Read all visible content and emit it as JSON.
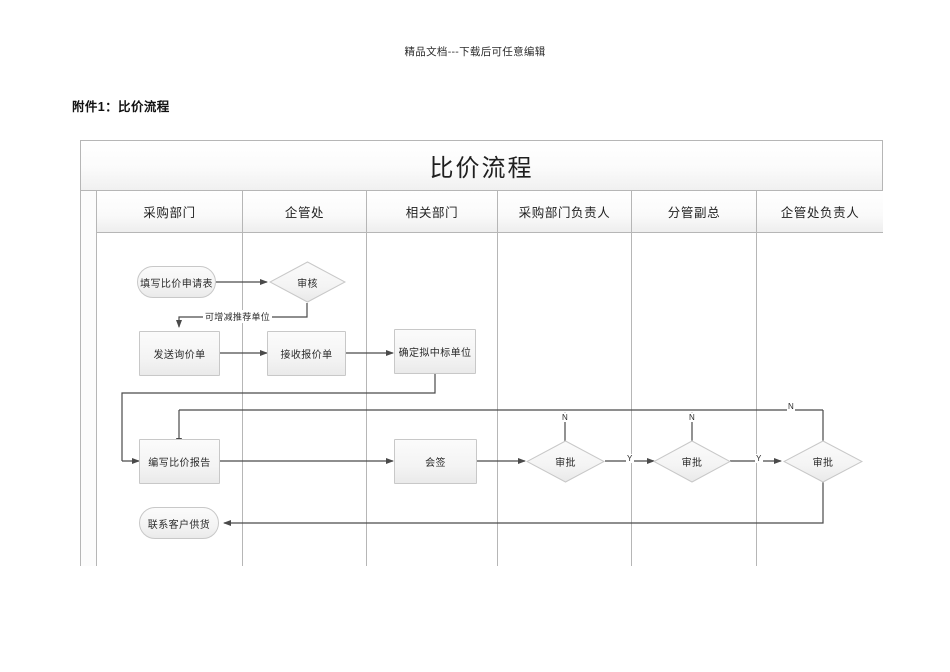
{
  "page": {
    "watermark_header": "精品文档---下载后可任意编辑",
    "attachment_title": "附件1：比价流程"
  },
  "flowchart": {
    "title": "比价流程",
    "lanes": [
      {
        "label": "采购部门"
      },
      {
        "label": "企管处"
      },
      {
        "label": "相关部门"
      },
      {
        "label": "采购部门负责人"
      },
      {
        "label": "分管副总"
      },
      {
        "label": "企管处负责人"
      }
    ],
    "nodes": [
      {
        "id": "n1",
        "label": "填写比价申请表",
        "shape": "terminator",
        "lane": "采购部门"
      },
      {
        "id": "n2",
        "label": "审核",
        "shape": "decision",
        "lane": "企管处"
      },
      {
        "id": "n3",
        "label": "发送询价单",
        "shape": "process",
        "lane": "采购部门"
      },
      {
        "id": "n4",
        "label": "接收报价单",
        "shape": "process",
        "lane": "企管处"
      },
      {
        "id": "n5",
        "label": "确定拟中标单位",
        "shape": "process",
        "lane": "相关部门"
      },
      {
        "id": "n6",
        "label": "编写比价报告",
        "shape": "process",
        "lane": "采购部门"
      },
      {
        "id": "n7",
        "label": "会签",
        "shape": "process",
        "lane": "相关部门"
      },
      {
        "id": "n8",
        "label": "审批",
        "shape": "decision",
        "lane": "采购部门负责人"
      },
      {
        "id": "n9",
        "label": "审批",
        "shape": "decision",
        "lane": "分管副总"
      },
      {
        "id": "n10",
        "label": "审批",
        "shape": "decision",
        "lane": "企管处负责人"
      },
      {
        "id": "n11",
        "label": "联系客户供货",
        "shape": "terminator",
        "lane": "采购部门"
      }
    ],
    "edge_labels": [
      {
        "id": "e_feedback",
        "text": "可增减推荐单位"
      },
      {
        "id": "e_n8_no",
        "text": "N"
      },
      {
        "id": "e_n8_yes",
        "text": "Y"
      },
      {
        "id": "e_n9_no",
        "text": "N"
      },
      {
        "id": "e_n9_yes",
        "text": "Y"
      },
      {
        "id": "e_n10_no",
        "text": "N"
      }
    ],
    "colors": {
      "node_fill": "#f2f2f2",
      "node_border": "#c8c8c8",
      "table_border": "#b6b6b6",
      "connector": "#4a4a4a",
      "text": "#1f1f1f"
    }
  }
}
